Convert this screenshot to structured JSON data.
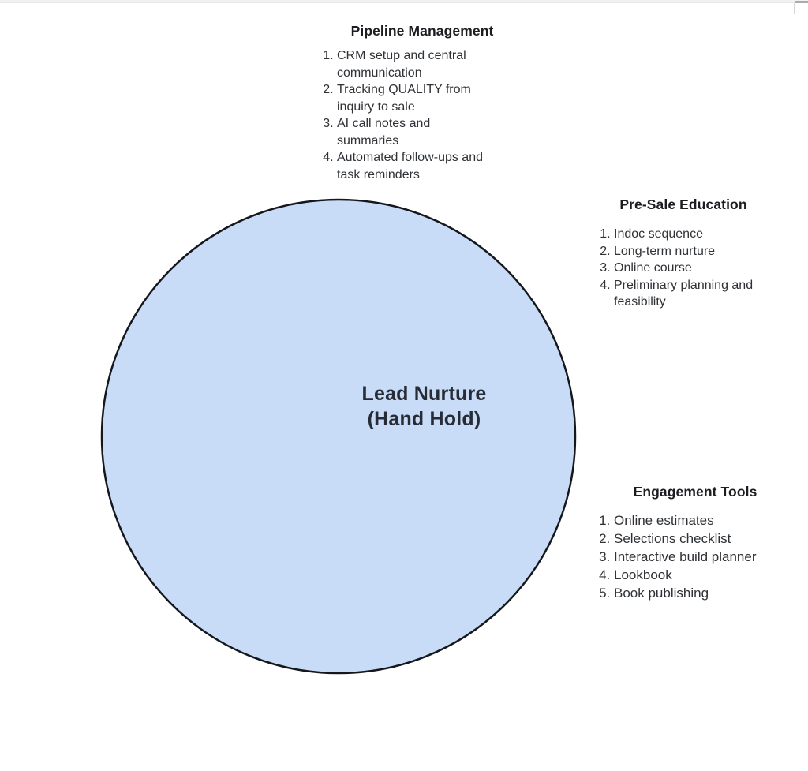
{
  "chrome": {
    "top_strip_color": "#f1f1f2",
    "scrollbar_thumb_color": "#ababaf",
    "scrollbar_line_color": "#d6d6d9"
  },
  "diagram": {
    "circle": {
      "label_line1": "Lead Nurture",
      "label_line2": "(Hand Hold)",
      "fill_color": "#c9dcf7",
      "stroke_color": "#14171c",
      "label_color": "#262b35"
    },
    "sections": [
      {
        "title": "Pipeline Management",
        "items": [
          "CRM setup and central communication",
          "Tracking QUALITY from inquiry to sale",
          "AI call notes and summaries",
          "Automated follow-ups and task reminders"
        ]
      },
      {
        "title": "Pre-Sale Education",
        "items": [
          "Indoc sequence",
          "Long-term nurture",
          "Online course",
          "Preliminary planning and feasibility"
        ]
      },
      {
        "title": "Engagement Tools",
        "items": [
          "Online estimates",
          "Selections checklist",
          "Interactive build planner",
          "Lookbook",
          "Book publishing"
        ]
      }
    ]
  }
}
